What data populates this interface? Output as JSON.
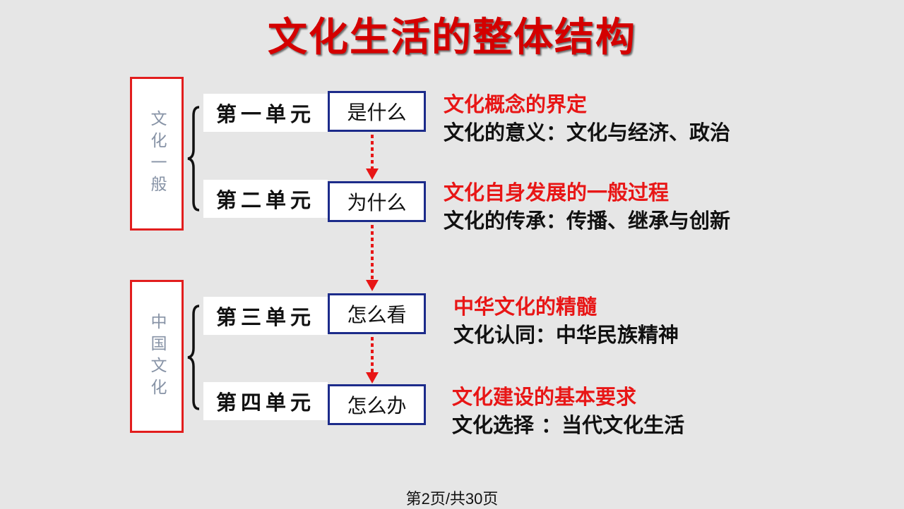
{
  "title": "文化生活的整体结构",
  "groups": [
    {
      "label": "文化一般"
    },
    {
      "label": "中国文化"
    }
  ],
  "units": [
    {
      "label": "第一单元",
      "question": "是什么",
      "heading": "文化概念的界定",
      "detail": "文化的意义：文化与经济、政治"
    },
    {
      "label": "第二单元",
      "question": "为什么",
      "heading": "文化自身发展的一般过程",
      "detail": "文化的传承：传播、继承与创新"
    },
    {
      "label": "第三单元",
      "question": "怎么看",
      "heading": "中华文化的精髓",
      "detail": "文化认同：中华民族精神"
    },
    {
      "label": "第四单元",
      "question": "怎么办",
      "heading": "文化建设的基本要求",
      "detail": "文化选择 ：当代文化生活"
    }
  ],
  "footer": "第2页/共30页",
  "colors": {
    "title": "#d40000",
    "group_border": "#e21d1d",
    "question_border": "#1c2b8a",
    "heading": "#e81616",
    "arrow": "#e81616",
    "background": "#e6e6e6"
  }
}
